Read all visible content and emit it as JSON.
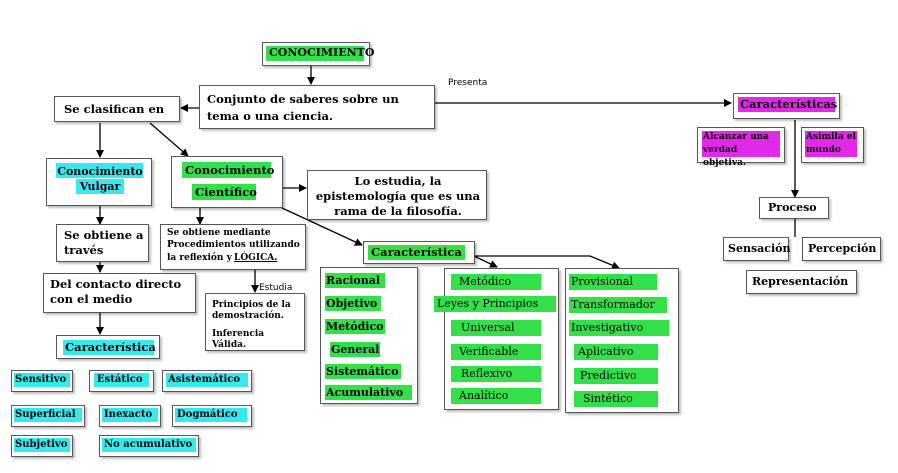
{
  "root": {
    "title": "CONOCIMIENTO",
    "definition": "Conjunto de saberes sobre un tema o una ciencia."
  },
  "presenta": "Presenta",
  "se_clasifican": "Se clasifican en",
  "caracteristicas": {
    "title": "Características",
    "items": [
      "Alcanzar una verdad objetiva.",
      "Asimila el mundo"
    ],
    "proceso": "Proceso",
    "proceso_items": [
      "Sensación",
      "Percepción",
      "Representación"
    ]
  },
  "vulgar": {
    "title": "Conocimiento Vulgar",
    "obtiene": "Se obtiene a través",
    "contacto": "Del contacto directo con el medio",
    "caracteristica": "Característica",
    "traits": [
      "Sensitivo",
      "Estático",
      "Asistemático",
      "Superficial",
      "Inexacto",
      "Dogmático",
      "Subjetivo",
      "No acumulativo"
    ]
  },
  "cientifico": {
    "title_1": "Conocimiento",
    "title_2": "Científico",
    "estudia_text": "Lo estudia, la epistemología que es una rama de la filosofía.",
    "mediante_1": "Se obtiene mediante",
    "mediante_2": "Procedimientos utilizando",
    "mediante_3": "la reflexión y",
    "mediante_4": "LÓGICA.",
    "estudia_label": "Estudia",
    "principios": "Principios de la demostración.",
    "inferencia": "Inferencia Válida.",
    "caracteristica": "Característica",
    "col1": [
      "Racional",
      "Objetivo",
      "Metódico",
      "General",
      "Sistemático",
      "Acumulativo"
    ],
    "col2": [
      "Metódico",
      "Leyes y Principios",
      "Universal",
      "Verificable",
      "Reflexivo",
      "Analítico"
    ],
    "col3": [
      "Provisional",
      "Transformador",
      "Investigativo",
      "Aplicativo",
      "Predictivo",
      "Sintético"
    ]
  }
}
